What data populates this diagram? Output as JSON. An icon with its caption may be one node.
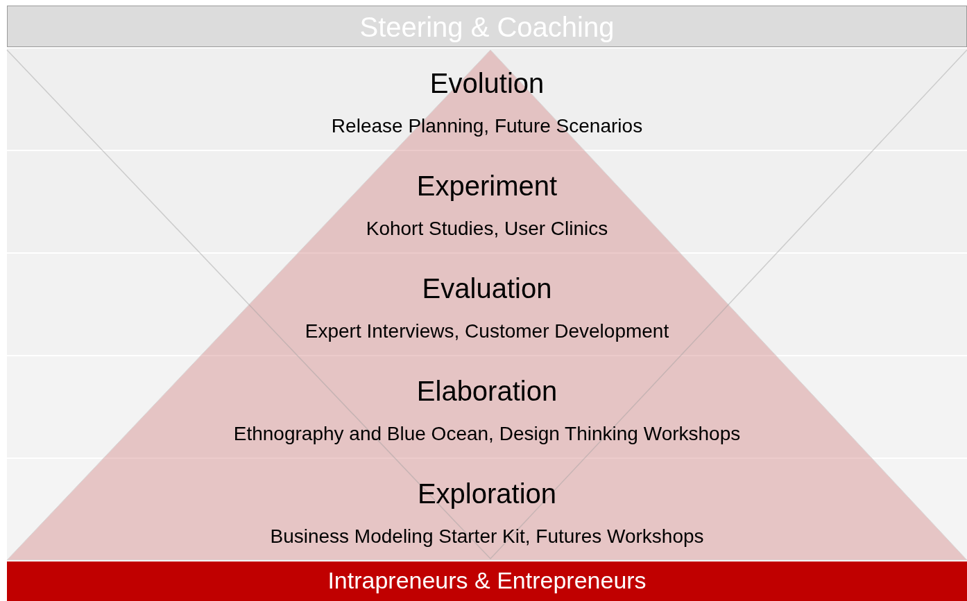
{
  "diagram": {
    "nodes": [
      {
        "text": [
          "Steering & Coaching"
        ]
      },
      {
        "text": [
          "Evolution",
          "Release Planning, Future Scenarios"
        ]
      },
      {
        "text": [
          "Experiment",
          "Kohort Studies, User Clinics"
        ]
      },
      {
        "text": [
          "Evaluation",
          "Expert Interviews, Customer Development"
        ]
      },
      {
        "text": [
          "Elaboration",
          "Ethnography and Blue Ocean, Design Thinking Workshops"
        ]
      },
      {
        "text": [
          "Exploration",
          "Business Modeling Starter Kit, Futures Workshops"
        ]
      },
      {
        "text": [
          "Intrapreneurs & Entrepreneurs"
        ]
      }
    ],
    "edges": []
  }
}
